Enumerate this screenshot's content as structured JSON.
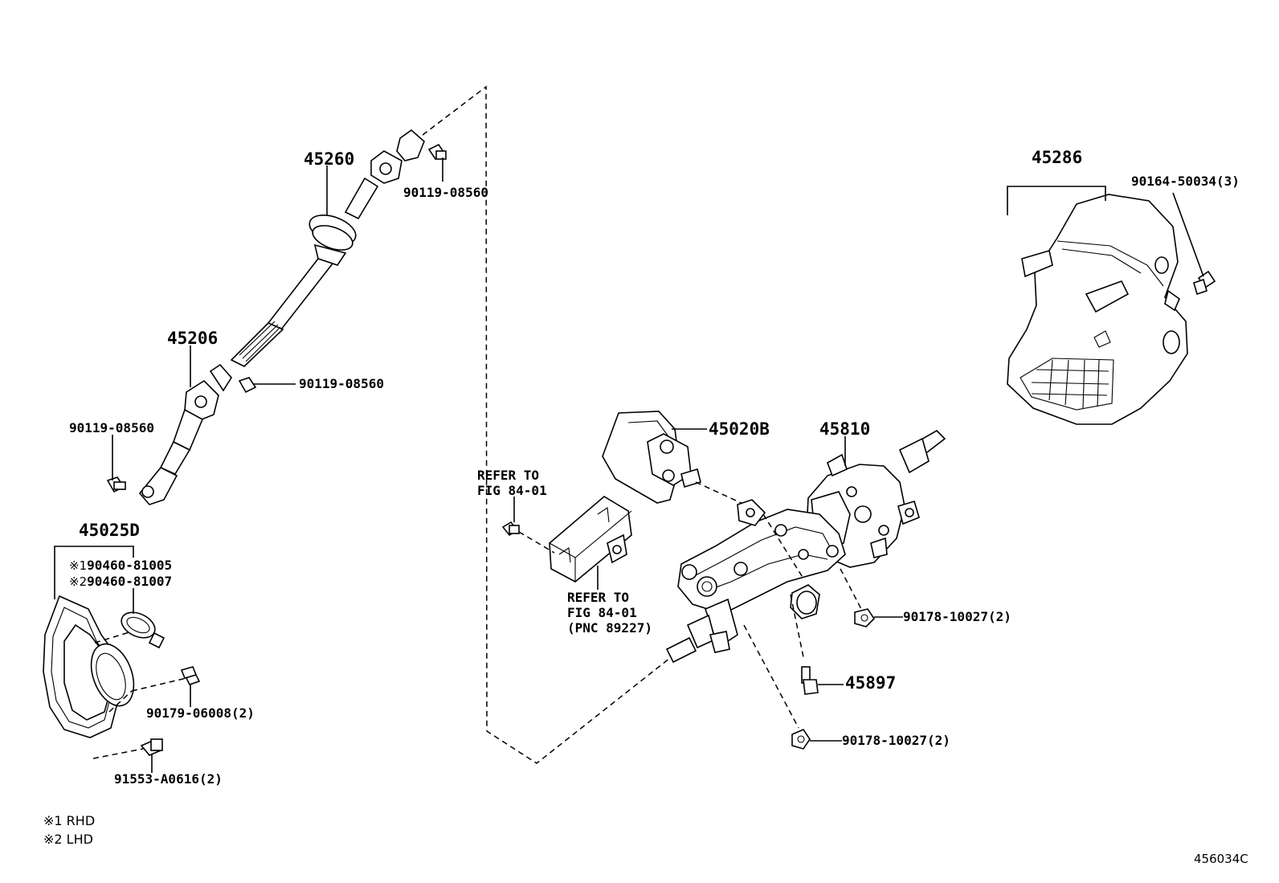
{
  "figure_id": "456034C",
  "callouts": {
    "p45260": "45260",
    "p45206": "45206",
    "p45025d": "45025D",
    "p45286": "45286",
    "p45020b": "45020B",
    "p45810": "45810",
    "p45897": "45897",
    "b90119_top": "90119-08560",
    "b90119_mid": "90119-08560",
    "b90119_left": "90119-08560",
    "b90460_81005": "90460-81005",
    "b90460_81007": "90460-81007",
    "b90179": "90179-06008(2)",
    "b91553": "91553-A0616(2)",
    "b90164": "90164-50034(3)",
    "b90178_a": "90178-10027(2)",
    "b90178_b": "90178-10027(2)"
  },
  "markers": {
    "m1": "※1",
    "m2": "※2"
  },
  "refer_boxes": {
    "ref1": "REFER TO\nFIG 84-01",
    "ref2": "REFER TO\nFIG 84-01\n(PNC 89227)"
  },
  "legend": {
    "rhd": "※1 RHD",
    "lhd": "※2 LHD"
  }
}
